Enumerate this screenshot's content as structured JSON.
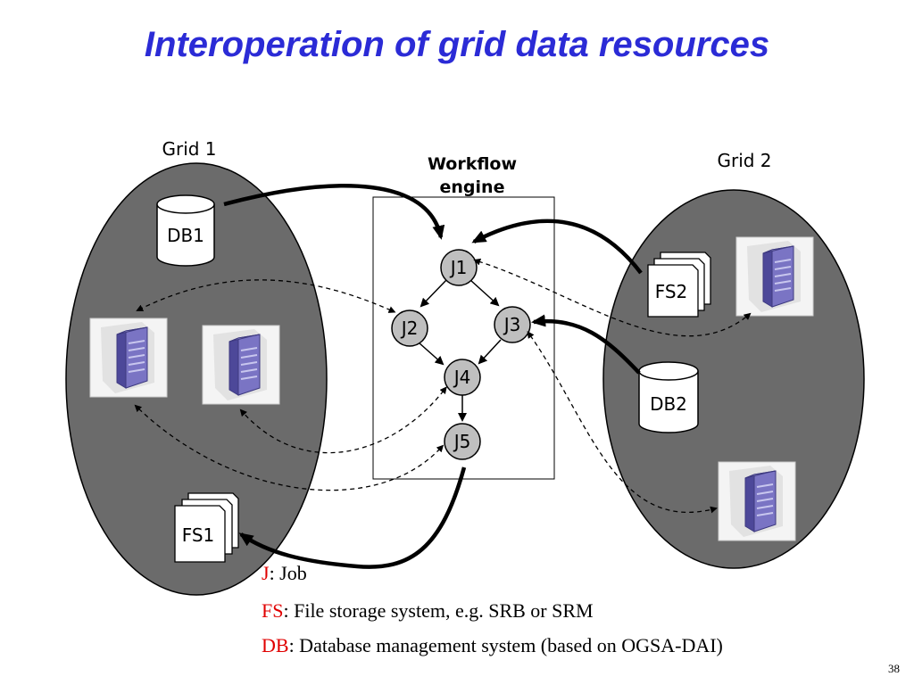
{
  "title": "Interoperation of grid data resources",
  "grid1": {
    "label": "Grid 1"
  },
  "grid2": {
    "label": "Grid 2"
  },
  "workflow": {
    "label_line1": "Workflow",
    "label_line2": "engine"
  },
  "jobs": {
    "j1": "J1",
    "j2": "J2",
    "j3": "J3",
    "j4": "J4",
    "j5": "J5"
  },
  "resources": {
    "db1": "DB1",
    "db2": "DB2",
    "fs1": "FS1",
    "fs2": "FS2"
  },
  "legend": [
    {
      "key": "J",
      "text": ": Job"
    },
    {
      "key": "FS",
      "text": ": File storage system, e.g. SRB or SRM"
    },
    {
      "key": "DB",
      "text": ": Database management system (based on OGSA-DAI)"
    }
  ],
  "page_number": "38",
  "colors": {
    "title": "#2b2bd6",
    "grid_fill": "#6b6b6b",
    "job_fill": "#bfbfbf",
    "legend_key": "#e00000",
    "server": "#7a74c4"
  }
}
